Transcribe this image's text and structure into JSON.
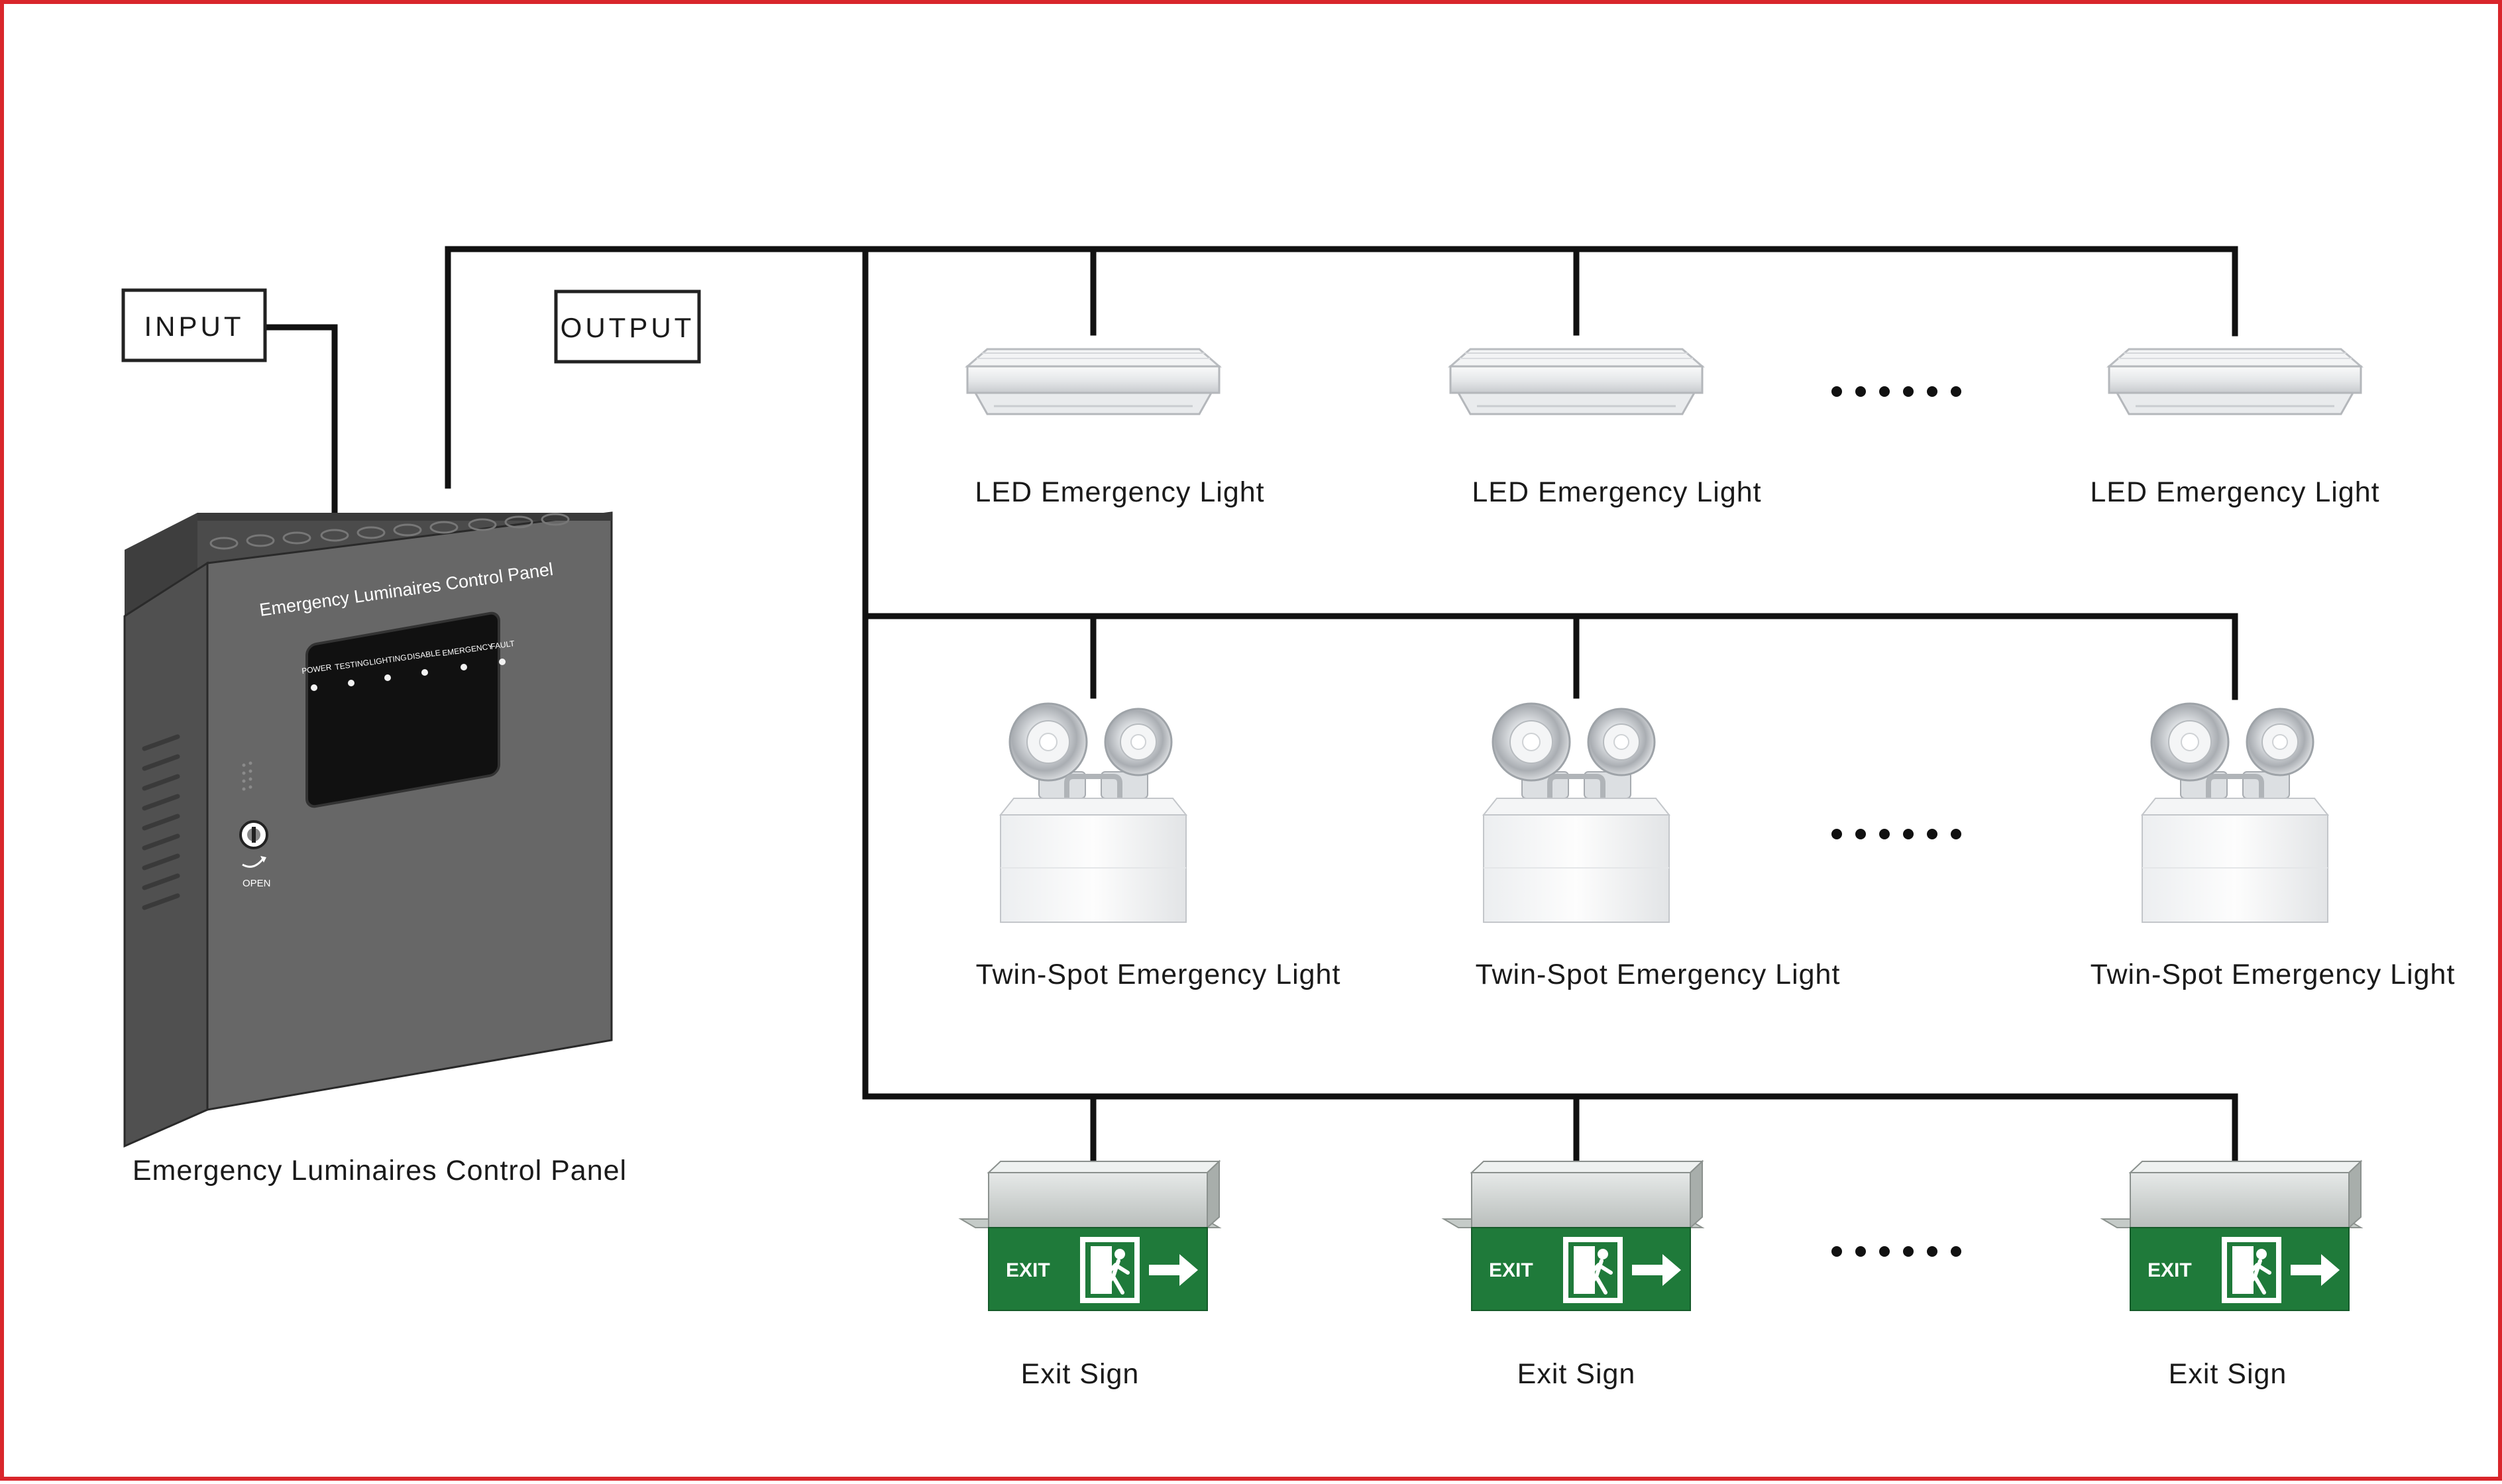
{
  "colors": {
    "border": "#d9262b",
    "wire": "#111111",
    "panel": "#5f5f5f",
    "exit_sign_green": "#1f7a3a",
    "label_box_border": "#222222"
  },
  "labels": {
    "input": "INPUT",
    "output": "OUTPUT"
  },
  "control_panel": {
    "caption": "Emergency Luminaires Control Panel",
    "face_title": "Emergency  Luminaires Control Panel",
    "indicators": [
      "POWER",
      "TESTING",
      "LIGHTING",
      "DISABLE",
      "EMERGENCY",
      "FAULT"
    ],
    "lock_label": "OPEN"
  },
  "rows": [
    {
      "type": "led-emergency-light",
      "icon": "led-emergency-light-icon",
      "items": [
        "LED Emergency Light",
        "LED Emergency Light",
        "LED Emergency Light"
      ],
      "ellipsis": "· · · · · ·"
    },
    {
      "type": "twin-spot-emergency-light",
      "icon": "twin-spot-light-icon",
      "items": [
        "Twin-Spot Emergency Light",
        "Twin-Spot Emergency  Light",
        "Twin-Spot Emergency Light"
      ],
      "ellipsis": "· · · · · ·"
    },
    {
      "type": "exit-sign",
      "icon": "exit-sign-icon",
      "items": [
        "Exit Sign",
        "Exit Sign",
        "Exit Sign"
      ],
      "sign_text": "EXIT",
      "ellipsis": "· · · · · ·"
    }
  ]
}
